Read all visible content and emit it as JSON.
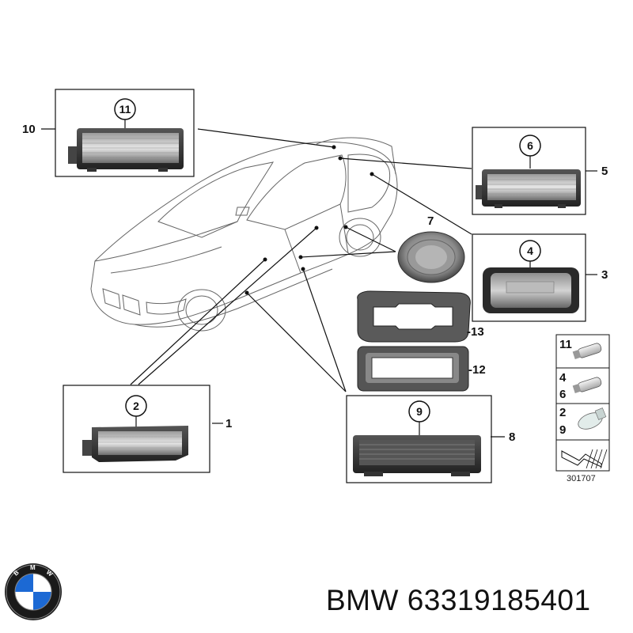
{
  "callouts": {
    "c11": "11",
    "c6": "6",
    "c4": "4",
    "c7": "7",
    "c2": "2",
    "c9": "9"
  },
  "refs": {
    "r10": "10",
    "r5": "5",
    "r3": "3",
    "r13": "-13",
    "r12": "-12",
    "r1": "1",
    "r8": "8"
  },
  "bulb_table": {
    "row1": [
      "11"
    ],
    "row2": [
      "4",
      "6"
    ],
    "row3": [
      "2",
      "9"
    ]
  },
  "diagram_code": "301707",
  "brand": "BMW",
  "part_number": "63319185401",
  "colors": {
    "line": "#111111",
    "part_dark": "#3a3a3a",
    "part_mid": "#7a7a7a",
    "lens": "#d8d8d8",
    "roundel_blue": "#1c69d4"
  }
}
